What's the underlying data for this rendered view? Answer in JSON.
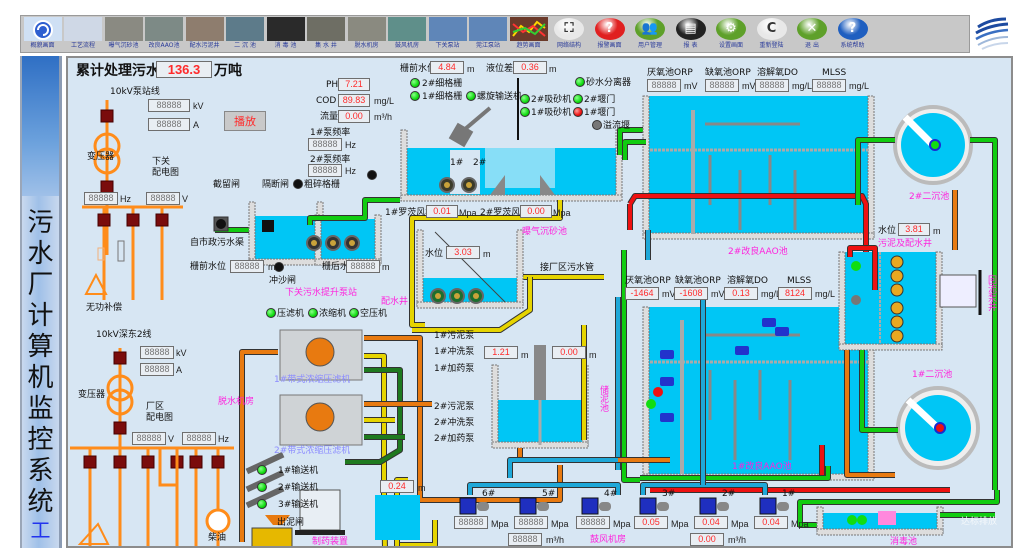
{
  "toolbar": {
    "buttons": [
      {
        "label": "概貌画面",
        "icon": "overview-icon"
      },
      {
        "label": "工艺流程",
        "icon": "process-flow-icon"
      },
      {
        "label": "曝气沉砂池",
        "icon": "aerated-grit-tank-icon"
      },
      {
        "label": "改良AAO池",
        "icon": "aao-tank-icon"
      },
      {
        "label": "配水污泥井",
        "icon": "distribution-well-icon"
      },
      {
        "label": "二 沉 池",
        "icon": "secondary-clarifier-icon"
      },
      {
        "label": "消 毒 池",
        "icon": "disinfection-tank-icon"
      },
      {
        "label": "集 水 井",
        "icon": "collection-well-icon"
      },
      {
        "label": "脱水机房",
        "icon": "dewatering-room-icon"
      },
      {
        "label": "鼓风机房",
        "icon": "blower-room-icon"
      },
      {
        "label": "下关泵站",
        "icon": "xiaguan-pump-station-icon"
      },
      {
        "label": "莞江泵站",
        "icon": "guanjiang-pump-station-icon"
      },
      {
        "label": "趋势画面",
        "icon": "trend-chart-icon"
      },
      {
        "label": "网络结构",
        "icon": "network-icon"
      },
      {
        "label": "报警画面",
        "icon": "alarm-icon"
      },
      {
        "label": "用户管理",
        "icon": "users-icon"
      },
      {
        "label": "报  表",
        "icon": "report-icon"
      },
      {
        "label": "设置画面",
        "icon": "settings-icon"
      },
      {
        "label": "重新登陆",
        "icon": "relogin-icon"
      },
      {
        "label": "退  出",
        "icon": "exit-icon"
      },
      {
        "label": "系统帮助",
        "icon": "help-icon"
      }
    ],
    "logo": "company-logo-icon"
  },
  "sidebar": {
    "chars": [
      "污",
      "水",
      "厂",
      "计",
      "算",
      "机",
      "监",
      "控",
      "系",
      "统"
    ],
    "sub_char": "工",
    "colors": {
      "sub_char": "#2233ee"
    }
  },
  "header": {
    "total_label": "累计处理污水",
    "total_value": "136.3",
    "total_unit": "万吨",
    "play_label": "播放"
  },
  "power": {
    "line1": {
      "name": "10kV泵站线",
      "kv": "88888",
      "a": "88888",
      "transformer": "变压器",
      "board": "下关\n配电图",
      "hz": "88888",
      "v": "88888",
      "comp": "无功补偿"
    },
    "line2": {
      "name": "10kV深东2线",
      "kv": "88888",
      "a": "88888",
      "transformer": "变压器",
      "board": "厂区\n配电图",
      "v": "88888",
      "hz": "88888",
      "gen": "柴油"
    },
    "units": {
      "kv": "kV",
      "a": "A",
      "hz": "Hz",
      "v": "V"
    }
  },
  "influent": {
    "ph_label": "PH",
    "ph": "7.21",
    "cod_label": "COD",
    "cod": "89.83",
    "cod_unit": "mg/L",
    "flow_label": "流量",
    "flow": "0.00",
    "flow_unit": "m³/h",
    "pump1_freq_label": "1#泵频率",
    "pump1_freq": "88888",
    "pump2_freq_label": "2#泵频率",
    "pump2_freq": "88888",
    "hz": "Hz"
  },
  "lift_station": {
    "gate_intercept": "截留闸",
    "gate_isolate": "隔断闸",
    "coarse_screen": "粗碎格栅",
    "source": "自市政污水渠",
    "before_level_label": "栅前水位",
    "before_level": "88888",
    "after_level_label": "栅后水位",
    "after_level": "88888",
    "flush_gate": "冲沙闸",
    "name": "下关污水提升泵站",
    "unit_m": "m"
  },
  "grit": {
    "front_level_label": "栅前水位",
    "front_level": "4.84",
    "diff_label": "液位差",
    "diff": "0.36",
    "unit_m": "m",
    "screen2": "2#细格栅",
    "screen1": "1#细格栅",
    "screw": "螺旋输送机",
    "sand_sep": "砂水分离器",
    "suction2": "2#吸砂机",
    "suction1": "1#吸砂机",
    "weir2": "2#堰门",
    "weir1": "1#堰门",
    "overflow": "溢流堰",
    "blower1_label": "1#罗茨风机",
    "blower1": "0.01",
    "blower2_label": "2#罗茨风机",
    "blower2": "0.00",
    "mpa": "Mpa",
    "name": "曝气沉砂池",
    "pump1": "1#",
    "pump2": "2#"
  },
  "distribution_well": {
    "level_label": "水位",
    "level": "3.03",
    "unit": "m",
    "name": "配水井",
    "pipe_label": "接厂区污水管"
  },
  "aao2": {
    "orp_anaerobic_label": "厌氧池ORP",
    "orp_anaerobic": "88888",
    "orp_anoxic_label": "缺氧池ORP",
    "orp_anoxic": "88888",
    "do_label": "溶解氧DO",
    "do": "88888",
    "mlss_label": "MLSS",
    "mlss": "88888",
    "name": "2#改良AAO池"
  },
  "aao1": {
    "orp_anaerobic_label": "厌氧池ORP",
    "orp_anaerobic": "-1464",
    "orp_anoxic_label": "缺氧池ORP",
    "orp_anoxic": "-1608",
    "do_label": "溶解氧DO",
    "do": "0.13",
    "mlss_label": "MLSS",
    "mlss": "8124",
    "name": "1#改良AAO池"
  },
  "units": {
    "mv": "mV",
    "mgl": "mg/L"
  },
  "clarifiers": {
    "c2": "2#二沉池",
    "c1": "1#二沉池",
    "sludge_well_level_label": "水位",
    "sludge_well_level": "3.81",
    "sludge_well": "污泥及配水井",
    "return_well": "回流泵井"
  },
  "dewatering": {
    "press_filter": "压滤机",
    "thickener": "浓缩机",
    "compressor": "空压机",
    "machine1": "1#带式浓缩压滤机",
    "machine2": "2#带式浓缩压滤机",
    "room": "脱水机房",
    "pumps1": [
      "1#污泥泵",
      "1#冲洗泵",
      "1#加药泵"
    ],
    "pumps2": [
      "2#污泥泵",
      "2#冲洗泵",
      "2#加药泵"
    ],
    "conveyors": [
      "1#输送机",
      "2#输送机",
      "3#输送机"
    ],
    "mud_gate": "出泥闸",
    "dosing": "制药装置",
    "tank_level": "0.24"
  },
  "sludge_tank": {
    "level1_label": "液位",
    "level1": "1.21",
    "level2_label": "液位",
    "level2": "0.00",
    "name": "储泥池"
  },
  "blower_room": {
    "name": "鼓风机房",
    "blowers": [
      {
        "id": "6#",
        "pressure": "88888"
      },
      {
        "id": "5#",
        "pressure": "88888"
      },
      {
        "id": "4#",
        "pressure": "88888"
      },
      {
        "id": "3#",
        "pressure": "0.05"
      },
      {
        "id": "2#",
        "pressure": "0.04"
      },
      {
        "id": "1#",
        "pressure": "0.04"
      }
    ],
    "flow_a": "88888",
    "flow_b": "0.00",
    "mpa": "Mpa",
    "flow_unit": "m³/h"
  },
  "disinfection": {
    "name": "消毒池",
    "discharge": "达标排放"
  },
  "colors": {
    "panel": "#d7e6f3",
    "water": "#00c6f5",
    "pipe_green": "#11cc11",
    "pipe_yellow": "#e6d400",
    "pipe_orange": "#e87a10",
    "pipe_red": "#ee1111",
    "pipe_blue": "#1fa8d8",
    "power_orange": "#ff8c1a",
    "breaker": "#7a0c0c",
    "label_magenta": "#ff22dd",
    "value_red": "#ff2a2a"
  }
}
